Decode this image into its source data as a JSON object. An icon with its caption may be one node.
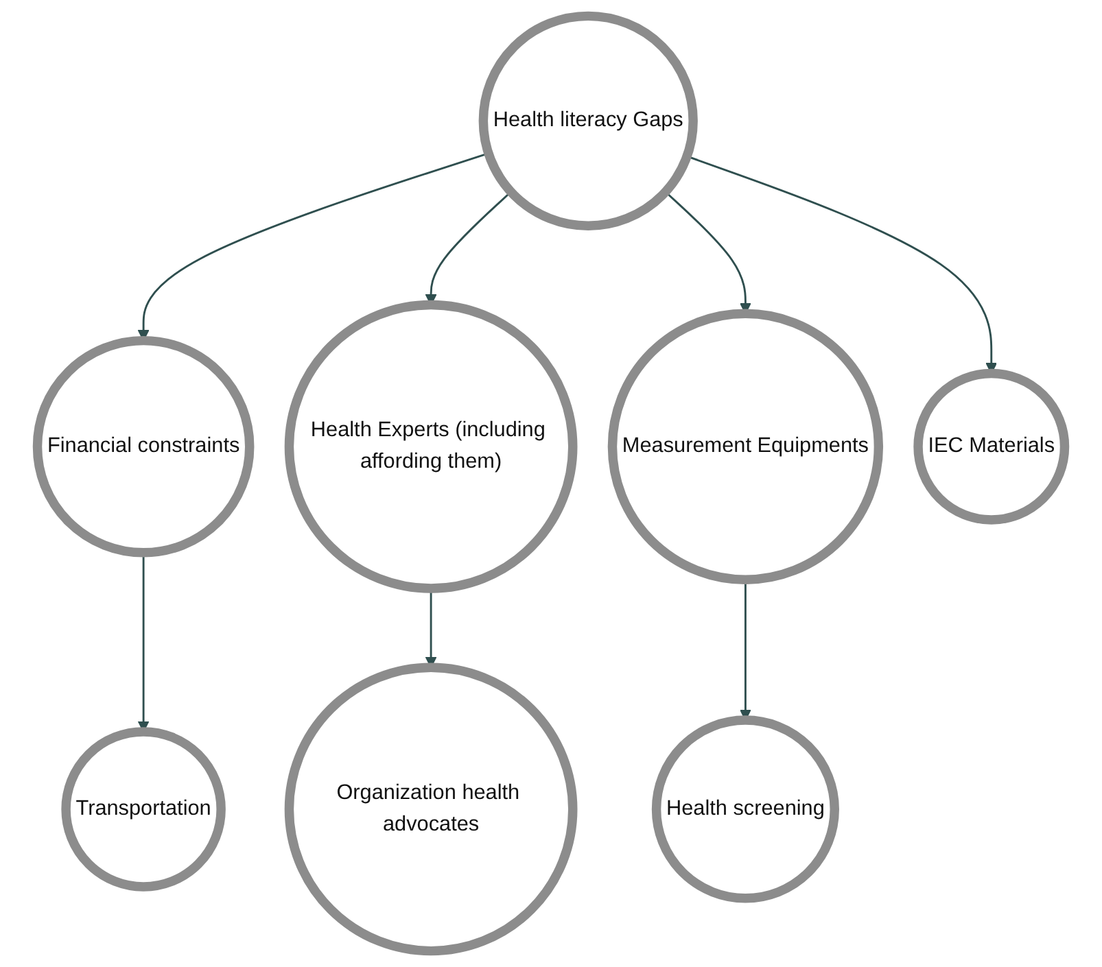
{
  "diagram": {
    "nodes": [
      {
        "text": [
          "Health literacy Gaps"
        ]
      },
      {
        "text": [
          "Financial constraints"
        ]
      },
      {
        "text": [
          "Health Experts (including affording them)"
        ]
      },
      {
        "text": [
          "Measurement Equipments"
        ]
      },
      {
        "text": [
          "IEC Materials"
        ]
      },
      {
        "text": [
          "Transportation"
        ]
      },
      {
        "text": [
          "Organization health advocates"
        ]
      },
      {
        "text": [
          "Health screening"
        ]
      }
    ],
    "edges": [
      {
        "from": 0,
        "to": 1,
        "arrow": "to"
      },
      {
        "from": 0,
        "to": 2,
        "arrow": "to"
      },
      {
        "from": 0,
        "to": 3,
        "arrow": "to"
      },
      {
        "from": 0,
        "to": 4,
        "arrow": "to"
      },
      {
        "from": 1,
        "to": 5,
        "arrow": "to"
      },
      {
        "from": 2,
        "to": 6,
        "arrow": "to"
      },
      {
        "from": 3,
        "to": 7,
        "arrow": "to"
      }
    ]
  }
}
